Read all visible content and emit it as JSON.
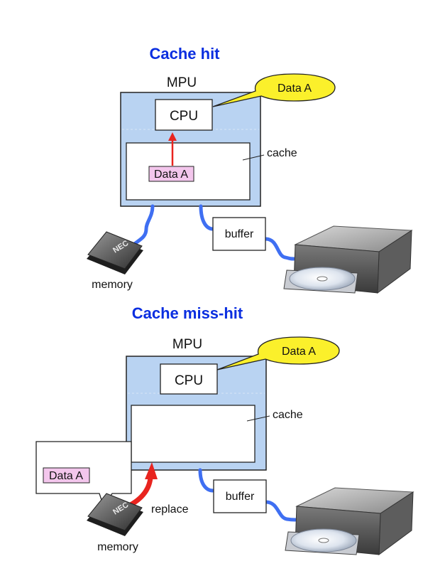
{
  "colors": {
    "title": "#0a2ee0",
    "mpu_fill": "#b9d3f2",
    "mpu_border": "#222222",
    "cable": "#3f6ff2",
    "arrow": "#e8241f",
    "data_fill": "#f3c6ec",
    "bubble_fill": "#fbf02b"
  },
  "panels": [
    {
      "title": "Cache hit",
      "mpu_label": "MPU",
      "cpu_label": "CPU",
      "cache_label": "cache",
      "bubble_text": "Data A",
      "data_block": "Data A",
      "buffer_label": "buffer",
      "memory_label": "memory",
      "chip_text": "NEC"
    },
    {
      "title": "Cache miss-hit",
      "mpu_label": "MPU",
      "cpu_label": "CPU",
      "cache_label": "cache",
      "bubble_text": "Data A",
      "memory_data": "Data A",
      "replace_label": "replace",
      "buffer_label": "buffer",
      "memory_label": "memory",
      "chip_text": "NEC"
    }
  ]
}
